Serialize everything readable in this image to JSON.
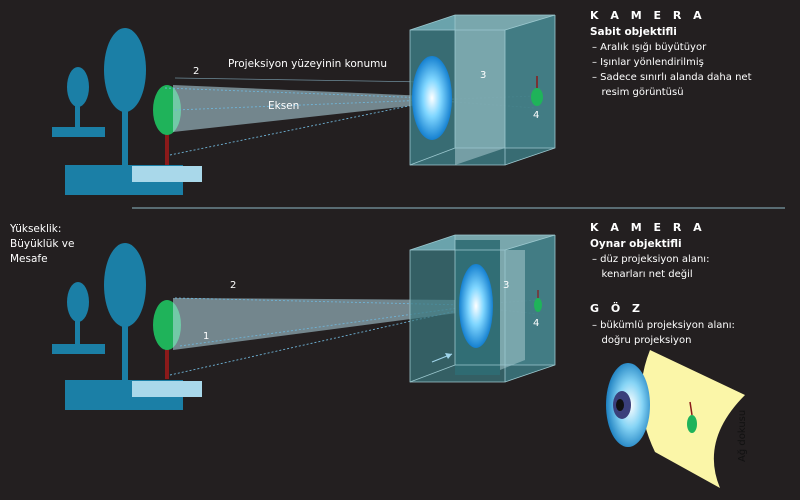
{
  "top": {
    "camera_title": "K A M E R A",
    "camera_subtitle": "Sabit objektifli",
    "items": [
      "– Aralık ışığı büyütüyor",
      "– Işınlar yönlendirilmiş",
      "– Sadece sınırlı alanda daha net",
      "   resim görüntüsü"
    ],
    "label_surface": "Projeksiyon yüzeyinin konumu",
    "label_axis": "Eksen",
    "num_2": "2",
    "num_3": "3",
    "num_4": "4"
  },
  "bottom": {
    "side_label": [
      "Yükseklik:",
      "Büyüklük ve",
      "Mesafe"
    ],
    "camera_title": "K A M E R A",
    "camera_subtitle": "Oynar objektifli",
    "camera_items": [
      "– düz projeksiyon alanı:",
      "   kenarları net değil"
    ],
    "eye_title": "G Ö Z",
    "eye_items": [
      "– bükümlü projeksiyon alanı:",
      "   doğru projeksiyon"
    ],
    "retina_label": "Ağ dokusu",
    "num_1": "1",
    "num_2": "2",
    "num_3": "3",
    "num_4": "4"
  },
  "colors": {
    "tree_blue": "#1b7fa6",
    "tree_green": "#1fb35a",
    "trunk_red": "#8b1a1a",
    "box_teal": "#3c7a82",
    "lens_blue": "#1ea0e8",
    "retina_yellow": "#fbf6a8",
    "divider": "#8fb8c6"
  }
}
